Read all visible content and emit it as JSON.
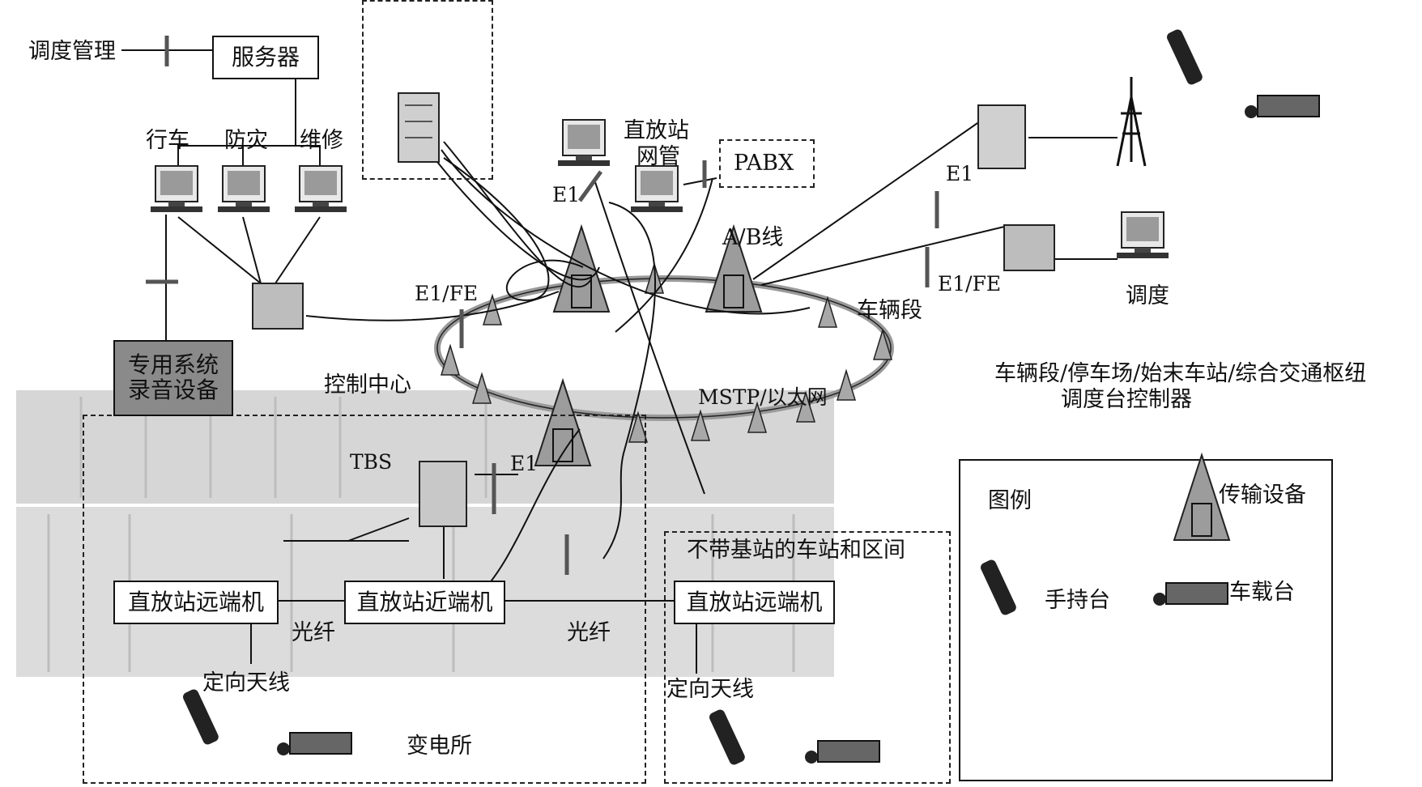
{
  "labels": {
    "dispatch_mgmt": "调度管理",
    "server": "服务器",
    "xingche": "行车",
    "fangzai": "防灾",
    "weixiu": "维修",
    "recorder_l1": "专用系统",
    "recorder_l2": "录音设备",
    "control_center": "控制中心",
    "zfz_nm_l1": "直放站",
    "zfz_nm_l2": "网管",
    "pabx": "PABX",
    "e1_a": "E1",
    "e1_b": "E1",
    "e1_c": "E1",
    "ab_line": "A/B线",
    "e1fe_left": "E1/FE",
    "e1fe_right": "E1/FE",
    "depot": "车辆段",
    "dispatch": "调度",
    "mstp": "MSTP/以太网",
    "depot_ctrl_l1": "车辆段/停车场/始末车站/综合交通枢纽",
    "depot_ctrl_l2": "调度台控制器",
    "tbs": "TBS",
    "remote1": "直放站远端机",
    "near": "直放站近端机",
    "remote2": "直放站远端机",
    "fiber1": "光纤",
    "fiber2": "光纤",
    "antenna1": "定向天线",
    "antenna2": "定向天线",
    "substation": "变电所",
    "no_bs": "不带基站的车站和区间",
    "legend_title": "图例",
    "legend_transport": "传输设备",
    "legend_handheld": "手持台",
    "legend_vehicle": "车载台"
  },
  "colors": {
    "line": "#111111",
    "ring": "#9a9a9a",
    "recorder_fill": "#8a8a8a",
    "photo": "#d8d8d8"
  }
}
